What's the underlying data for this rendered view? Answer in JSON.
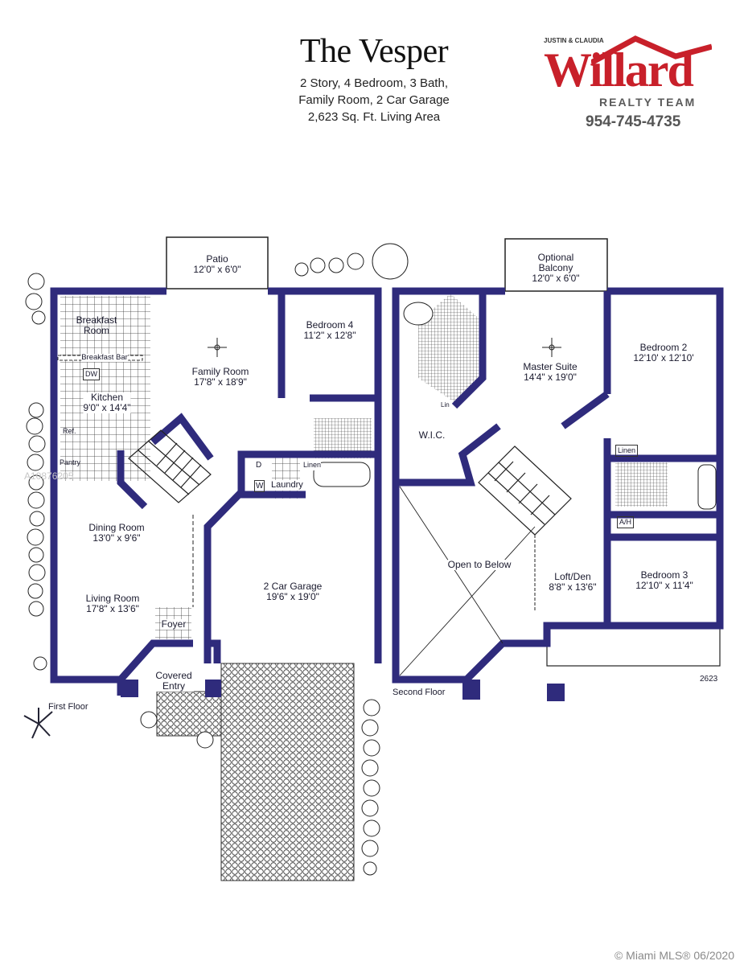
{
  "header": {
    "title": "The Vesper",
    "lines": [
      "2 Story, 4 Bedroom, 3 Bath,",
      "Family Room, 2 Car Garage",
      "2,623 Sq. Ft. Living Area"
    ]
  },
  "logo": {
    "names": "JUSTIN & CLAUDIA",
    "brand": "Willard",
    "team": "REALTY TEAM",
    "phone": "954-745-4735",
    "brand_color": "#c8202a"
  },
  "first_floor": {
    "label": "First Floor",
    "rooms": [
      {
        "name": "Patio",
        "size": "12'0\" x 6'0\""
      },
      {
        "name": "Breakfast Room",
        "size": ""
      },
      {
        "name": "Breakfast Bar",
        "size": ""
      },
      {
        "name": "Kitchen",
        "size": "9'0\" x 14'4\""
      },
      {
        "name": "Family Room",
        "size": "17'8\" x 18'9\""
      },
      {
        "name": "Bedroom 4",
        "size": "11'2\" x 12'8\""
      },
      {
        "name": "Dining Room",
        "size": "13'0\" x 9'6\""
      },
      {
        "name": "Living Room",
        "size": "17'8\" x 13'6\""
      },
      {
        "name": "2 Car Garage",
        "size": "19'6\" x 19'0\""
      },
      {
        "name": "Foyer",
        "size": ""
      },
      {
        "name": "Covered Entry",
        "size": ""
      }
    ],
    "tags": {
      "dw": "DW",
      "ref": "Ref.",
      "pantry": "Pantry",
      "dryer": "D",
      "washer": "W",
      "laundry": "Laundry",
      "linen": "Linen"
    }
  },
  "second_floor": {
    "label": "Second Floor",
    "rooms": [
      {
        "name": "Optional Balcony",
        "size": "12'0\" x 6'0\""
      },
      {
        "name": "Master Suite",
        "size": "14'4\" x 19'0\""
      },
      {
        "name": "Bedroom 2",
        "size": "12'10' x 12'10'"
      },
      {
        "name": "W.I.C.",
        "size": ""
      },
      {
        "name": "Open to Below",
        "size": ""
      },
      {
        "name": "Loft/Den",
        "size": "8'8\" x 13'6\""
      },
      {
        "name": "Bedroom 3",
        "size": "12'10\" x 11'4\""
      }
    ],
    "tags": {
      "linen": "Linen",
      "lin": "Lin",
      "ah": "A/H"
    }
  },
  "plan_number": "2623",
  "watermark": "A10876205",
  "footer": "© Miami MLS® 06/2020",
  "colors": {
    "wall": "#2f2b7c",
    "line": "#222222"
  }
}
